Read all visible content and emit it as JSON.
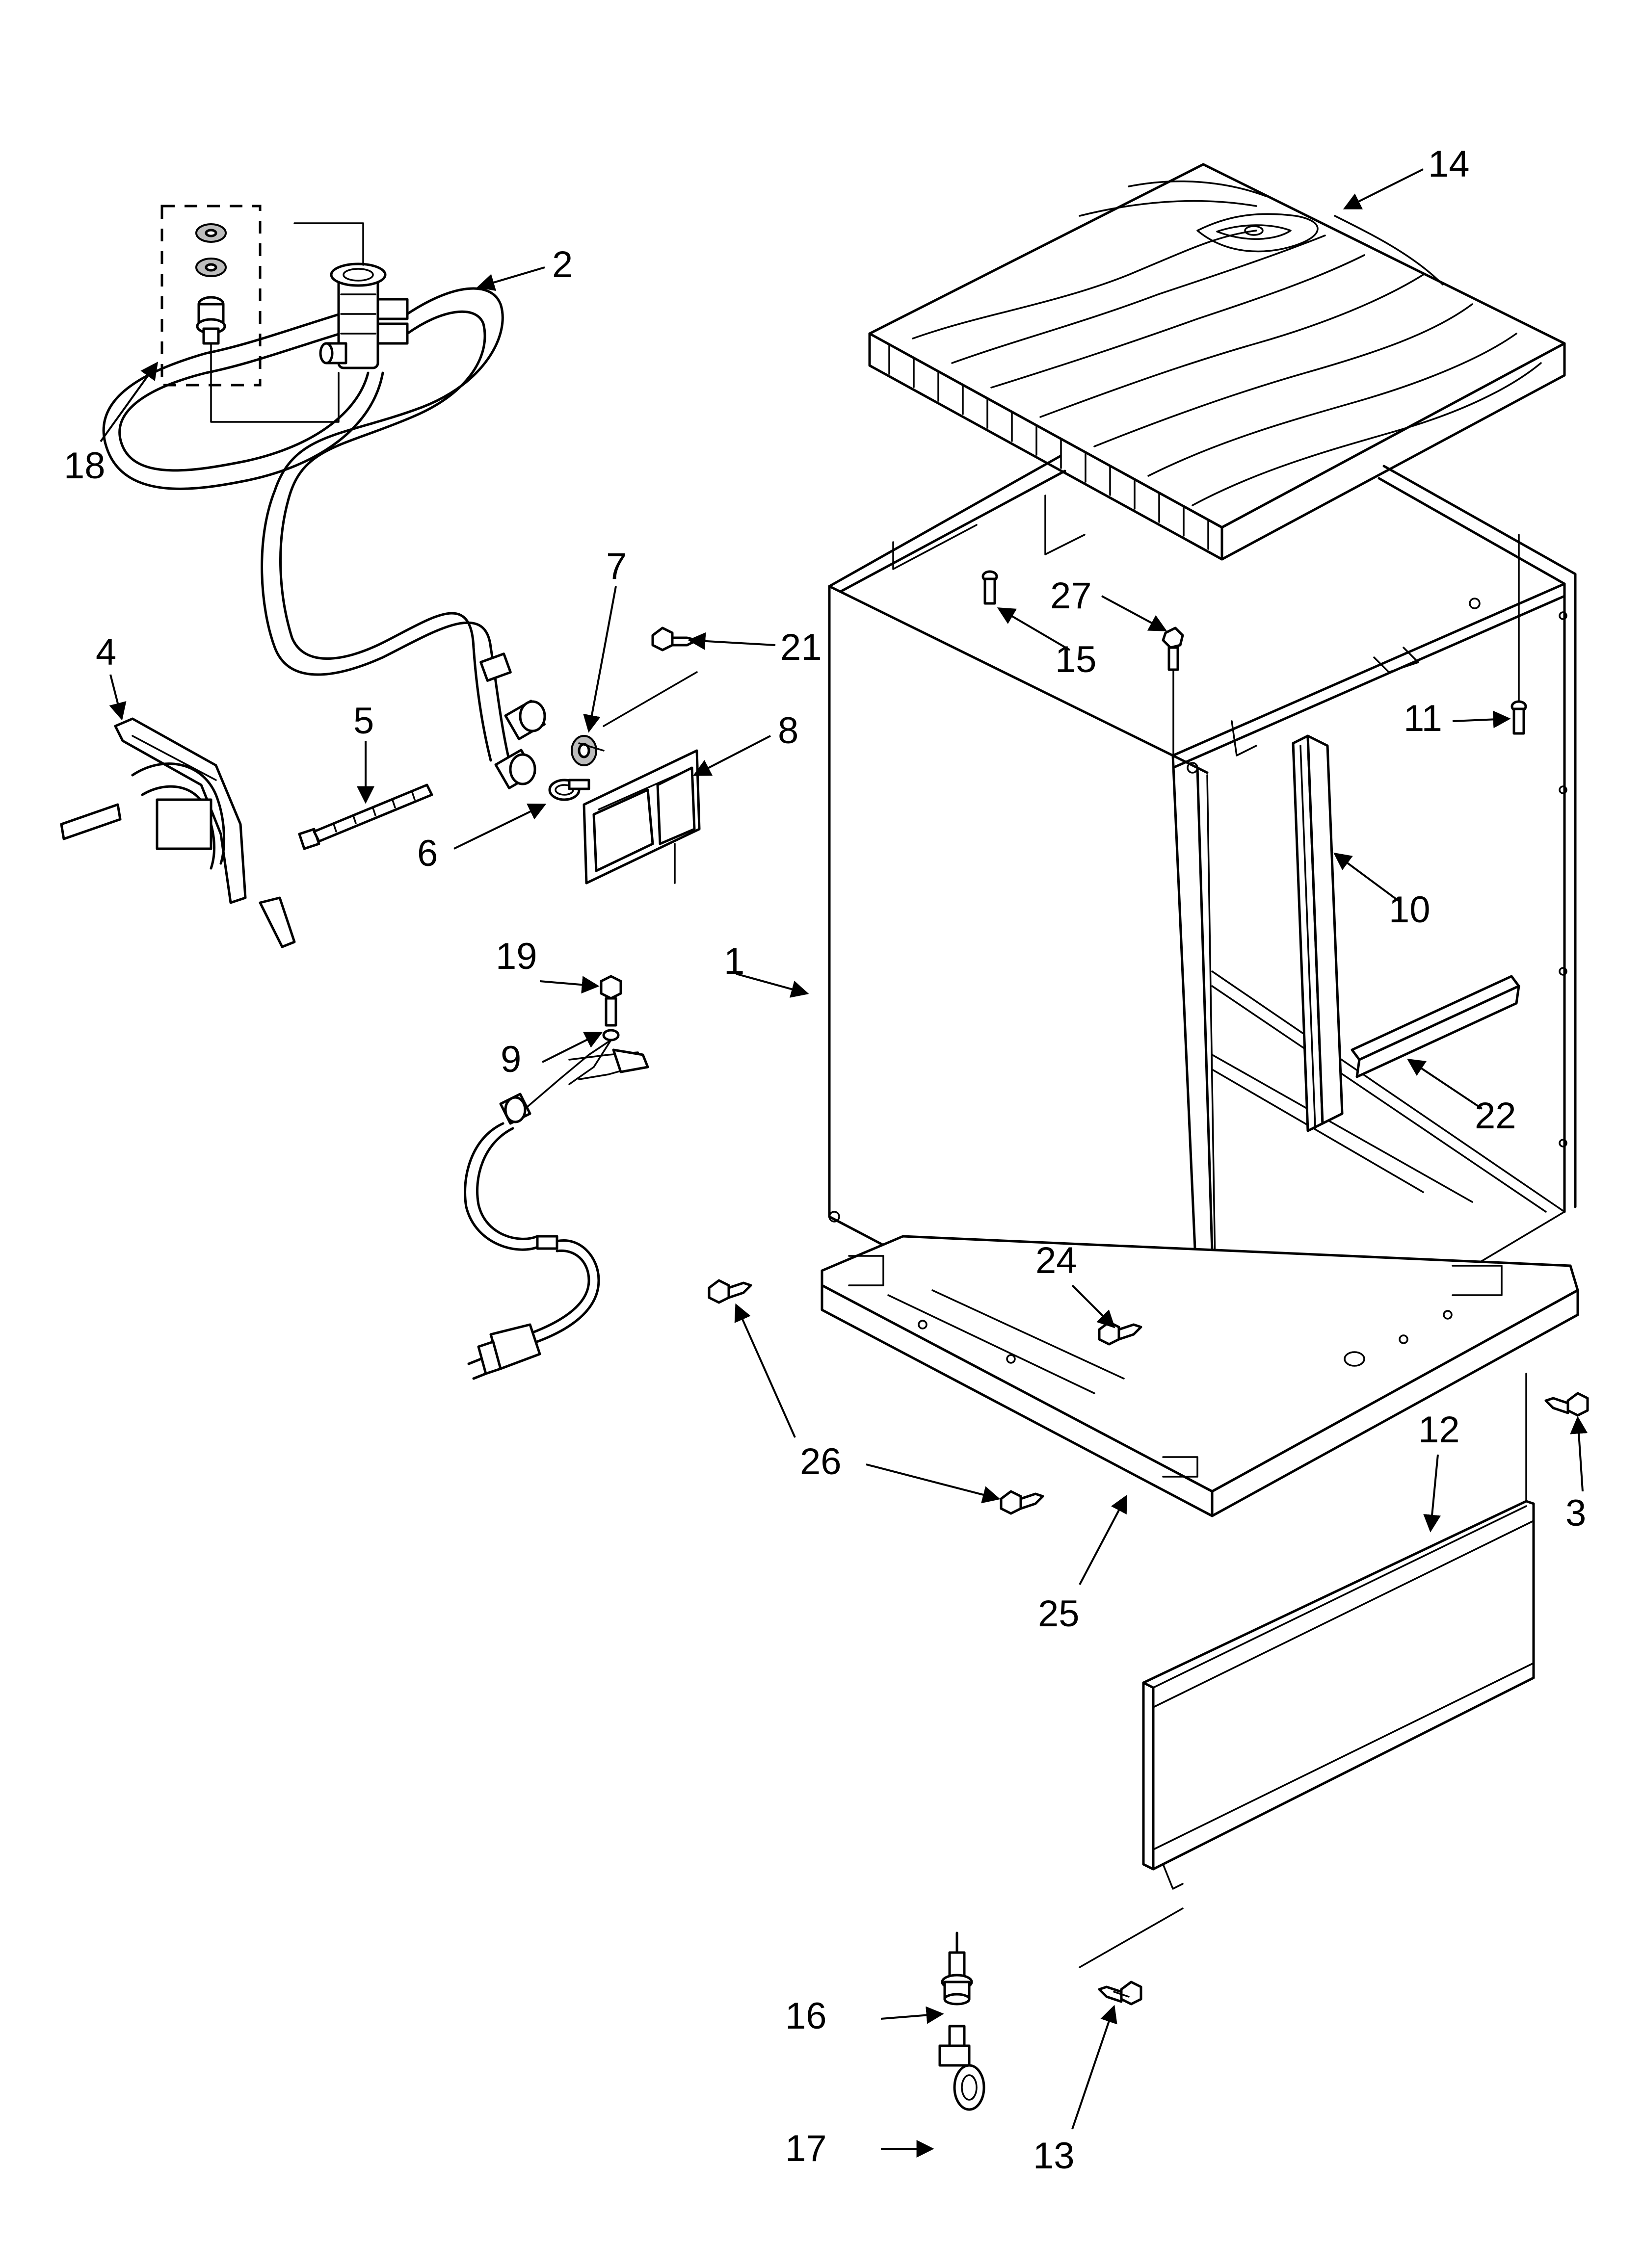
{
  "callouts": [
    {
      "id": "1",
      "text": "1"
    },
    {
      "id": "2",
      "text": "2"
    },
    {
      "id": "3",
      "text": "3"
    },
    {
      "id": "4",
      "text": "4"
    },
    {
      "id": "5",
      "text": "5"
    },
    {
      "id": "6",
      "text": "6"
    },
    {
      "id": "7",
      "text": "7"
    },
    {
      "id": "8",
      "text": "8"
    },
    {
      "id": "9",
      "text": "9"
    },
    {
      "id": "10",
      "text": "10"
    },
    {
      "id": "11",
      "text": "11"
    },
    {
      "id": "12",
      "text": "12"
    },
    {
      "id": "13",
      "text": "13"
    },
    {
      "id": "14",
      "text": "14"
    },
    {
      "id": "15",
      "text": "15"
    },
    {
      "id": "16",
      "text": "16"
    },
    {
      "id": "17",
      "text": "17"
    },
    {
      "id": "18",
      "text": "18"
    },
    {
      "id": "19",
      "text": "19"
    },
    {
      "id": "21",
      "text": "21"
    },
    {
      "id": "22",
      "text": "22"
    },
    {
      "id": "24",
      "text": "24"
    },
    {
      "id": "25",
      "text": "25"
    },
    {
      "id": "26",
      "text": "26"
    },
    {
      "id": "27",
      "text": "27"
    }
  ]
}
